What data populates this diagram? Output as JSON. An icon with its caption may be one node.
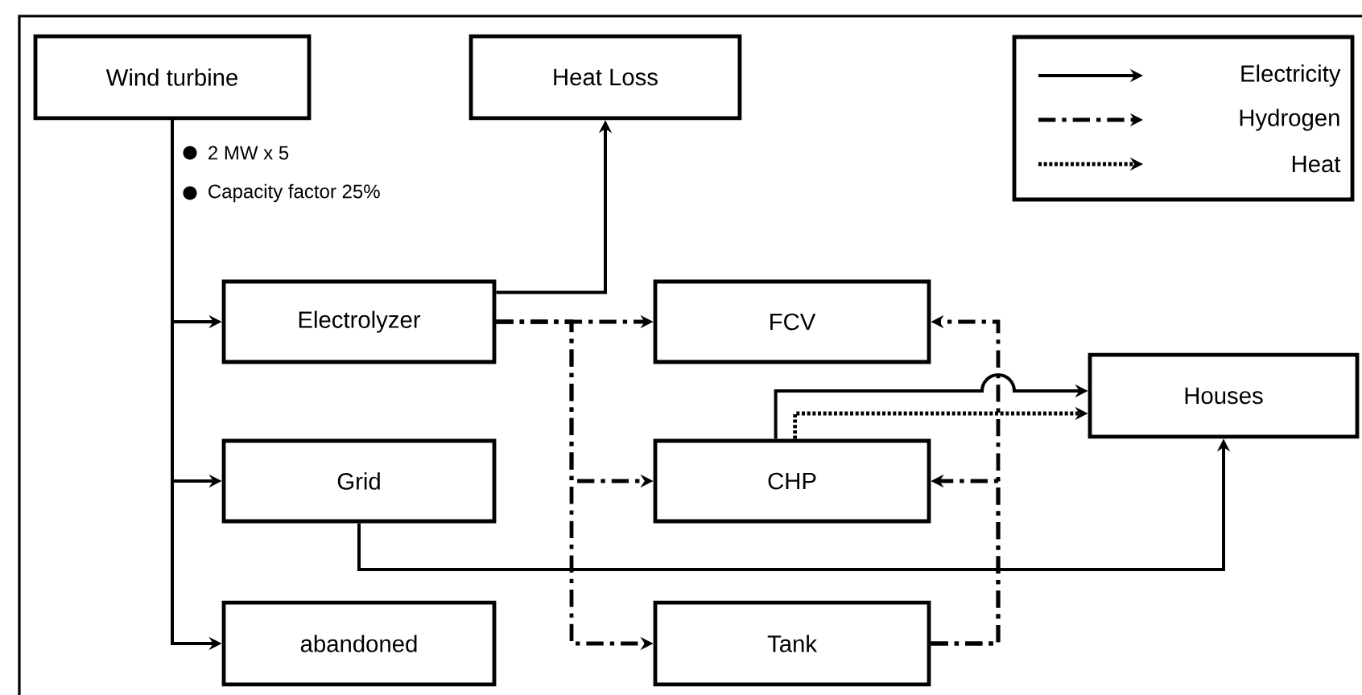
{
  "diagram": {
    "nodes": [
      {
        "text": [
          "Wind turbine"
        ]
      },
      {
        "text": [
          "Heat Loss"
        ]
      },
      {
        "text": [
          "Electrolyzer"
        ]
      },
      {
        "text": [
          "FCV"
        ]
      },
      {
        "text": [
          "CHP"
        ]
      },
      {
        "text": [
          "Houses"
        ]
      },
      {
        "text": [
          "Grid"
        ]
      },
      {
        "text": [
          "abandoned"
        ]
      },
      {
        "text": [
          "Tank"
        ]
      }
    ],
    "edges": [
      {
        "from": 0,
        "to": 2,
        "arrow": "to"
      },
      {
        "from": 0,
        "to": 6,
        "arrow": "to"
      },
      {
        "from": 0,
        "to": 7,
        "arrow": "to"
      },
      {
        "from": 2,
        "to": 1,
        "arrow": "to"
      },
      {
        "from": 2,
        "to": 3,
        "arrow": "to",
        "style": "dashed"
      },
      {
        "from": 2,
        "to": 4,
        "arrow": "to",
        "style": "dashed"
      },
      {
        "from": 2,
        "to": 8,
        "arrow": "to",
        "style": "dashed"
      },
      {
        "from": 8,
        "to": 3,
        "arrow": "to",
        "style": "dashed"
      },
      {
        "from": 8,
        "to": 4,
        "arrow": "to",
        "style": "dashed"
      },
      {
        "from": 4,
        "to": 5,
        "arrow": "to"
      },
      {
        "from": 4,
        "to": 5,
        "arrow": "to",
        "style": "dashed"
      },
      {
        "from": 6,
        "to": 5,
        "arrow": "to"
      }
    ],
    "labels": [
      "2 MW x 5",
      "Capacity factor 25%"
    ],
    "legend": [
      {
        "text": "Electricity"
      },
      {
        "text": "Hydrogen"
      },
      {
        "text": "Heat"
      }
    ]
  }
}
